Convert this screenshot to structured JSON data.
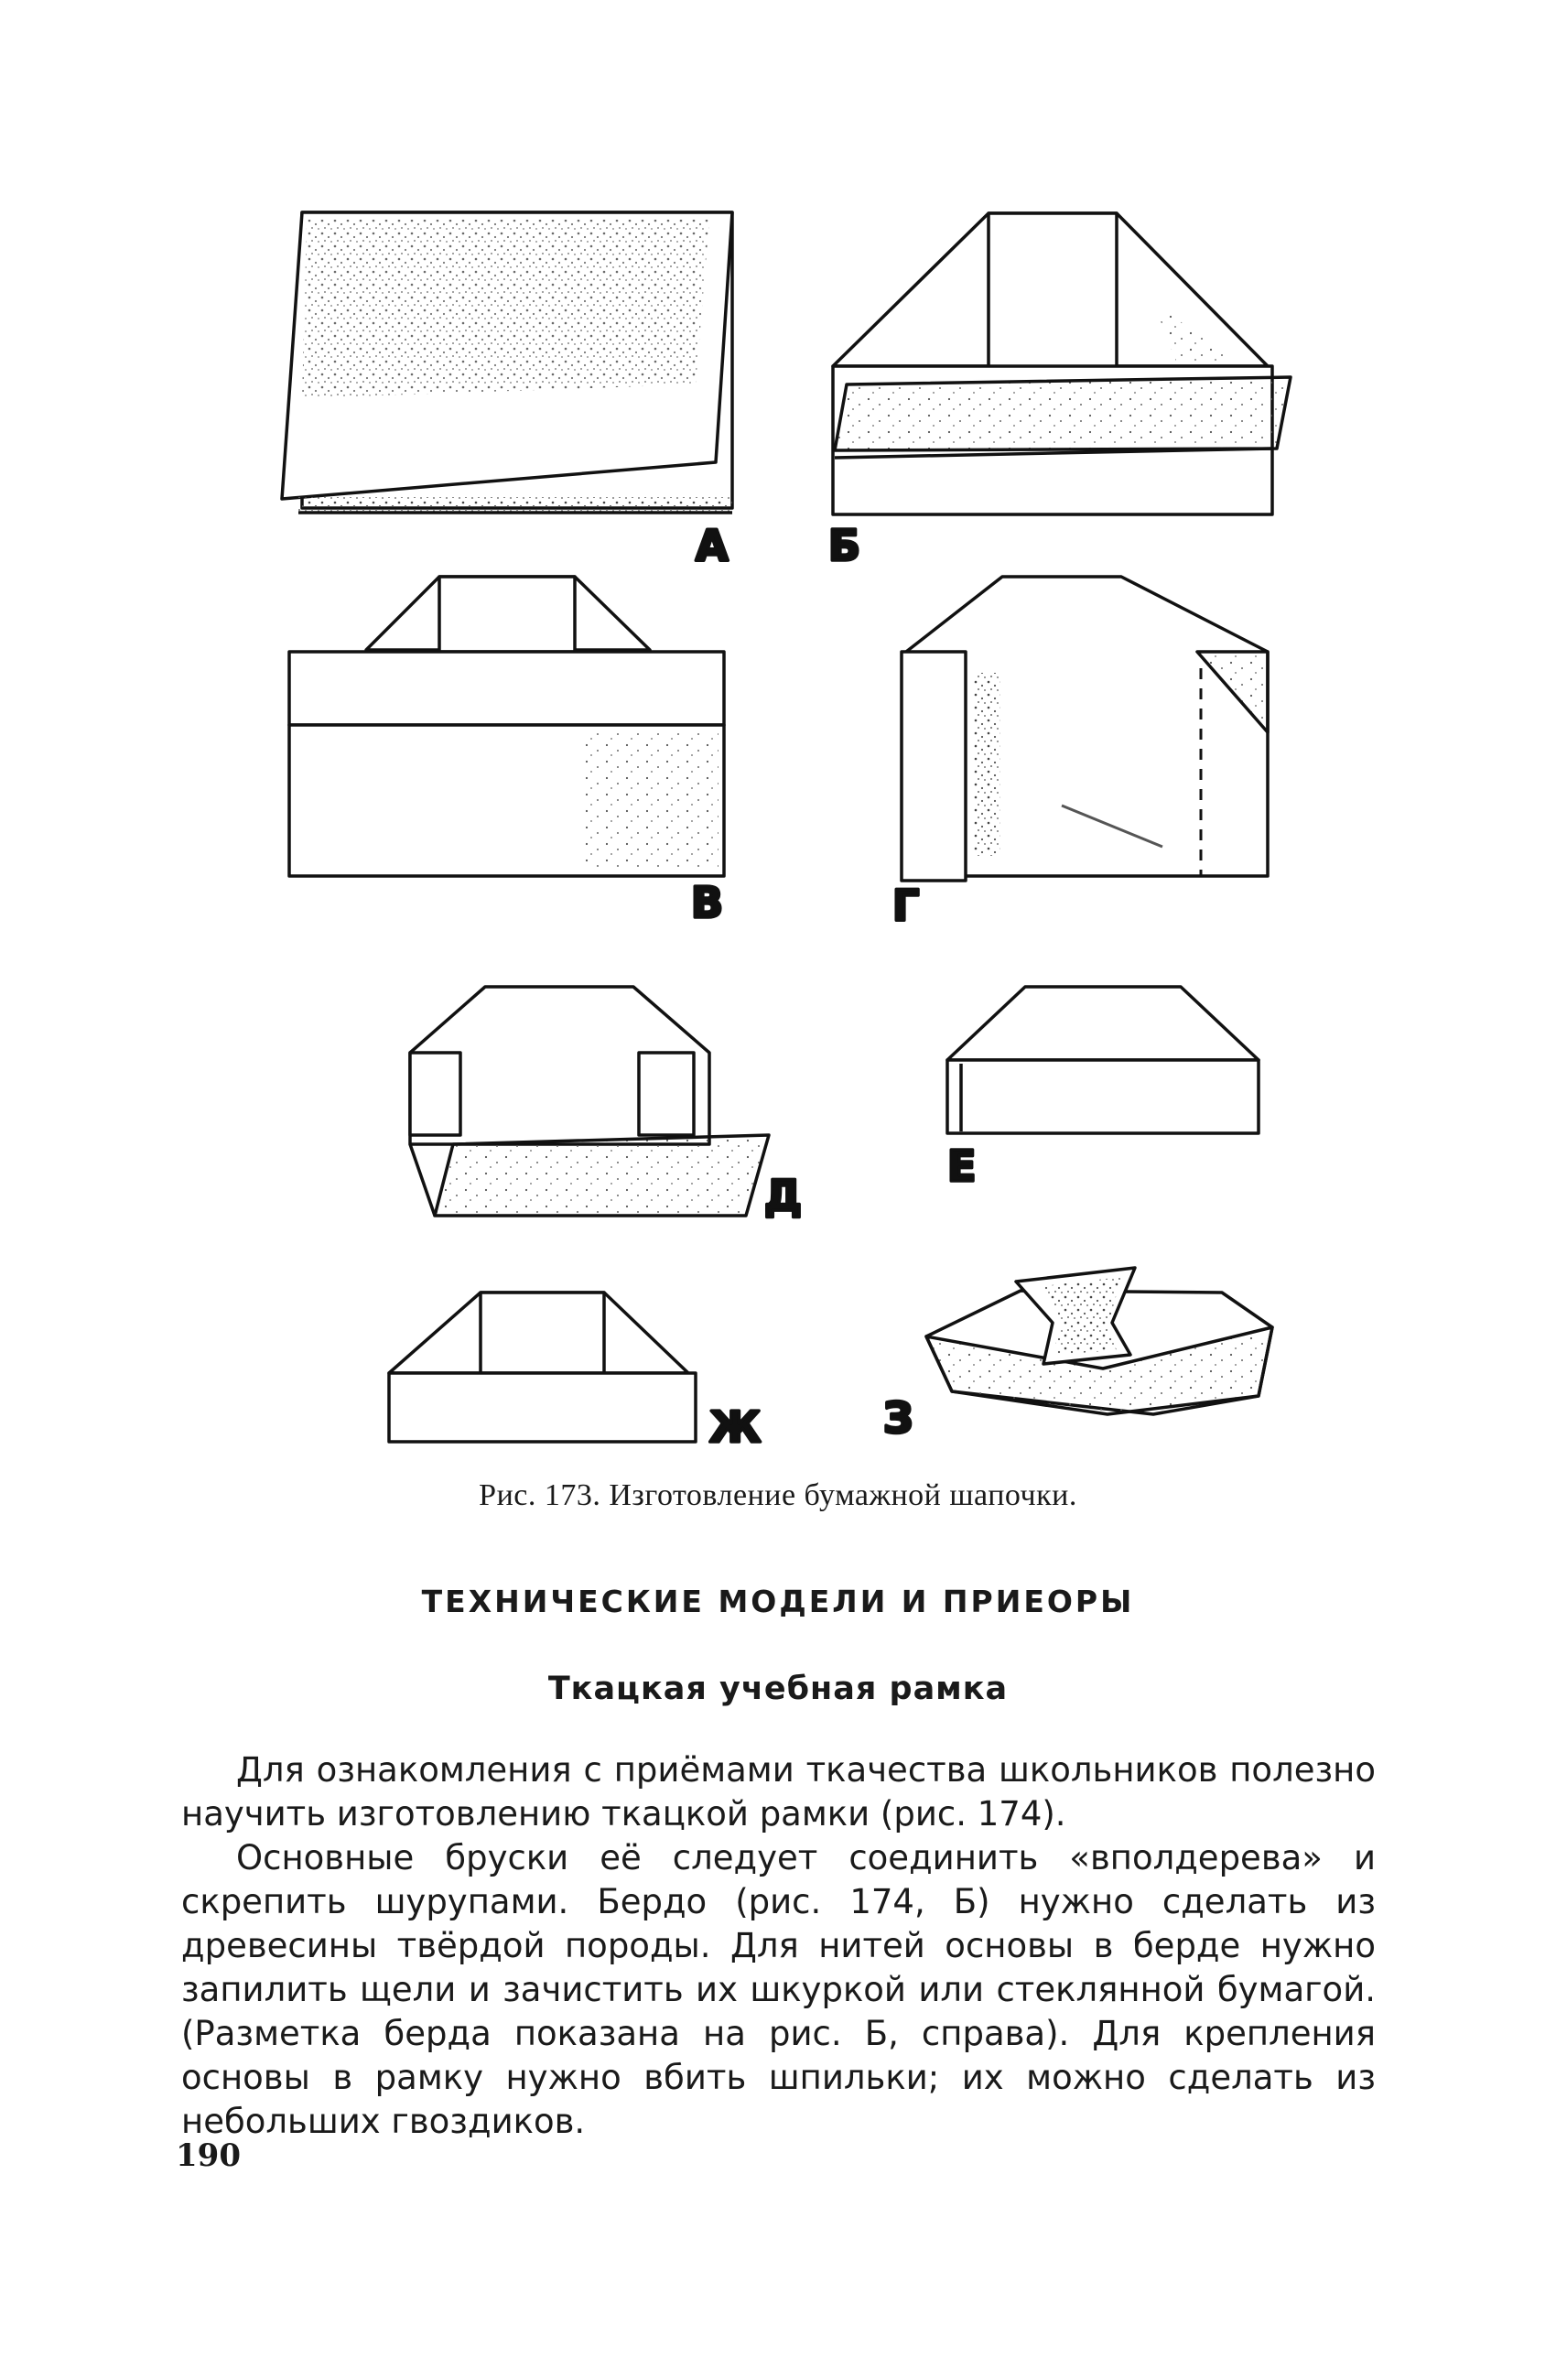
{
  "figure": {
    "panel_labels": [
      "А",
      "Б",
      "В",
      "Г",
      "Д",
      "Е",
      "Ж",
      "З"
    ]
  },
  "caption": "Рис. 173. Изготовление бумажной шапочки.",
  "section_title": "ТЕХНИЧЕСКИЕ МОДЕЛИ И ПРИЕОРЫ",
  "subtitle": "Ткацкая учебная рамка",
  "paragraphs": [
    "Для ознакомления с приёмами ткачества школьников полезно научить изготовлению ткацкой рамки (рис. 174).",
    "Основные бруски её следует соединить «вполдерева» и скрепить шурупами. Бердо (рис. 174, Б) нужно сделать из древесины твёрдой породы. Для нитей основы в берде нужно запилить щели и зачистить их шкуркой или стеклянной бумагой. (Разметка берда показана на рис. Б, справа). Для крепления основы в рамку нужно вбить шпильки; их можно сделать из небольших гвоздиков."
  ],
  "page_number": "190"
}
